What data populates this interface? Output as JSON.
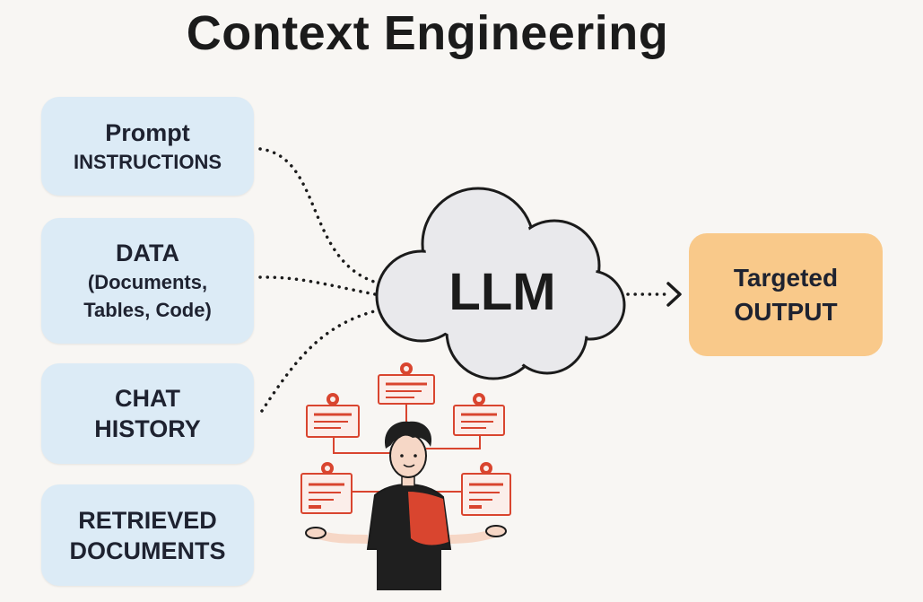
{
  "title": "Context Engineering",
  "inputs": {
    "prompt": {
      "line1": "Prompt",
      "line2": "INSTRUCTIONS"
    },
    "data": {
      "line1": "DATA",
      "line2": "(Documents,",
      "line3": "Tables, Code)"
    },
    "chat": {
      "line1": "CHAT",
      "line2": "HISTORY"
    },
    "retrieved": {
      "line1": "RETRIEVED",
      "line2": "DOCUMENTS"
    }
  },
  "llm": {
    "label": "LLM"
  },
  "output": {
    "line1": "Targeted",
    "line2": "OUTPUT"
  },
  "colors": {
    "input_box": "#dcebf6",
    "output_box": "#f9c98a",
    "cloud_fill": "#e9e9ec",
    "accent_red": "#d9452f",
    "background": "#f8f6f3"
  },
  "icons": {
    "cloud": "cloud-icon",
    "arrow": "arrow-right-icon",
    "person": "person-illustration",
    "cards": "context-card-icon"
  }
}
